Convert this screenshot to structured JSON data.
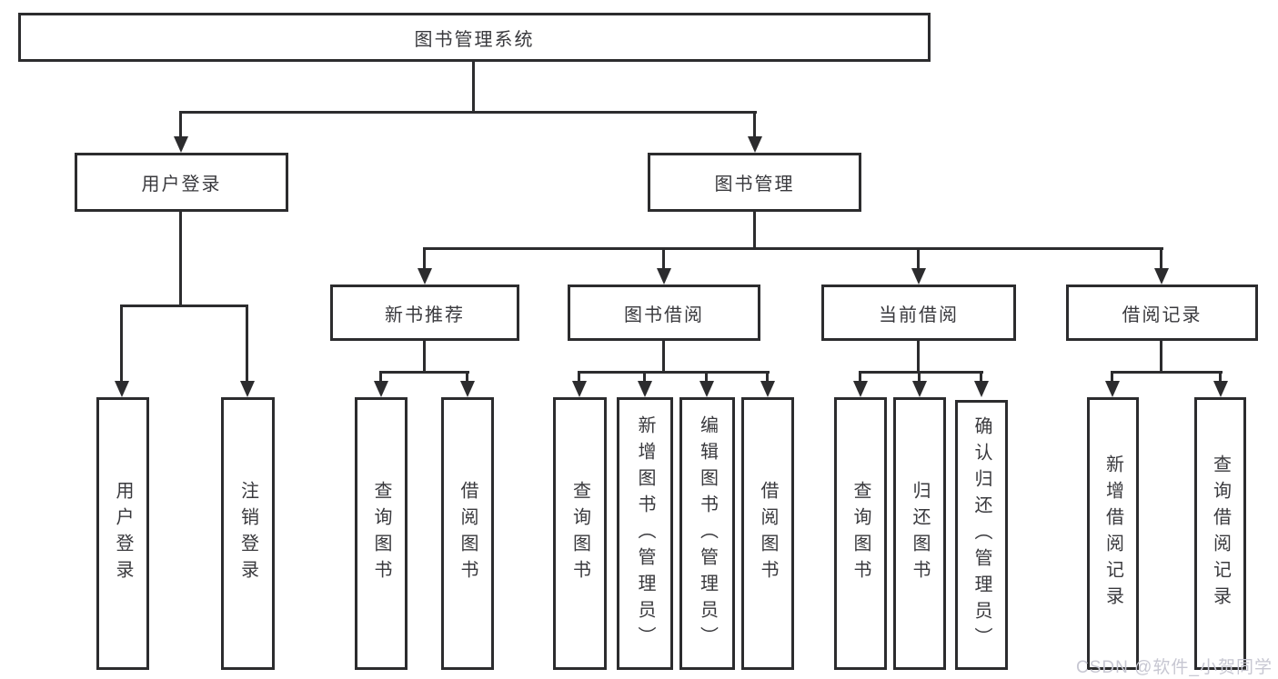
{
  "diagram": {
    "root": {
      "label": "图书管理系统"
    },
    "l2": {
      "user_login": {
        "label": "用户登录"
      },
      "book_management": {
        "label": "图书管理"
      }
    },
    "l3": {
      "new_book_recommend": {
        "label": "新书推荐"
      },
      "book_borrow": {
        "label": "图书借阅"
      },
      "current_borrow": {
        "label": "当前借阅"
      },
      "borrow_records": {
        "label": "借阅记录"
      }
    },
    "leaves": {
      "user_login": {
        "label": "用户登录"
      },
      "logout": {
        "label": "注销登录"
      },
      "nb_query_book": {
        "label": "查询图书"
      },
      "nb_borrow_book": {
        "label": "借阅图书"
      },
      "bb_query_book": {
        "label": "查询图书"
      },
      "bb_add_book": {
        "label": "新增图书（管理员）"
      },
      "bb_edit_book": {
        "label": "编辑图书（管理员）"
      },
      "bb_borrow_book": {
        "label": "借阅图书"
      },
      "cb_query_book": {
        "label": "查询图书"
      },
      "cb_return_book": {
        "label": "归还图书"
      },
      "cb_confirm_return": {
        "label": "确认归还（管理员）"
      },
      "br_add_record": {
        "label": "新增借阅记录"
      },
      "br_query_record": {
        "label": "查询借阅记录"
      }
    },
    "colors": {
      "line": "#2c2c2e",
      "text": "#39393d",
      "box_background": "#ffffff",
      "watermark": "#c7c7d2"
    },
    "watermark": {
      "text": "CSDN @软件_小贺同学"
    }
  }
}
